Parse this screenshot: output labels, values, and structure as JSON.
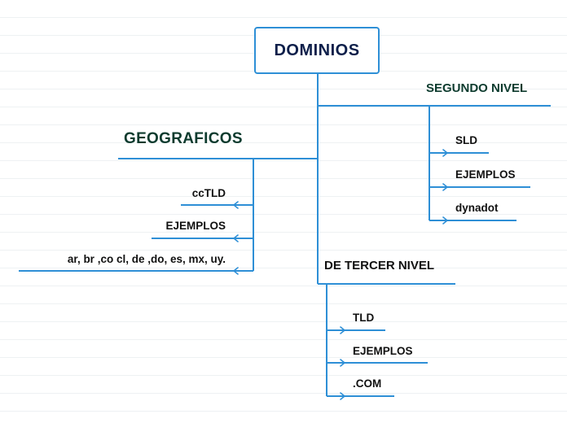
{
  "root": {
    "label": "DOMINIOS"
  },
  "branches": {
    "segundo_nivel": {
      "label": "SEGUNDO NIVEL",
      "children": [
        "SLD",
        "EJEMPLOS",
        "dynadot"
      ]
    },
    "geograficos": {
      "label": "GEOGRAFICOS",
      "children": [
        "ccTLD",
        "EJEMPLOS",
        "ar, br ,co cl, de ,do, es, mx, uy."
      ]
    },
    "tercer_nivel": {
      "label": "DE TERCER NIVEL",
      "children": [
        "TLD",
        "EJEMPLOS",
        ".COM"
      ]
    }
  },
  "colors": {
    "connector": "#2e8fd6",
    "root_text": "#0d1f4a",
    "branch_text": "#0d3b2e"
  }
}
